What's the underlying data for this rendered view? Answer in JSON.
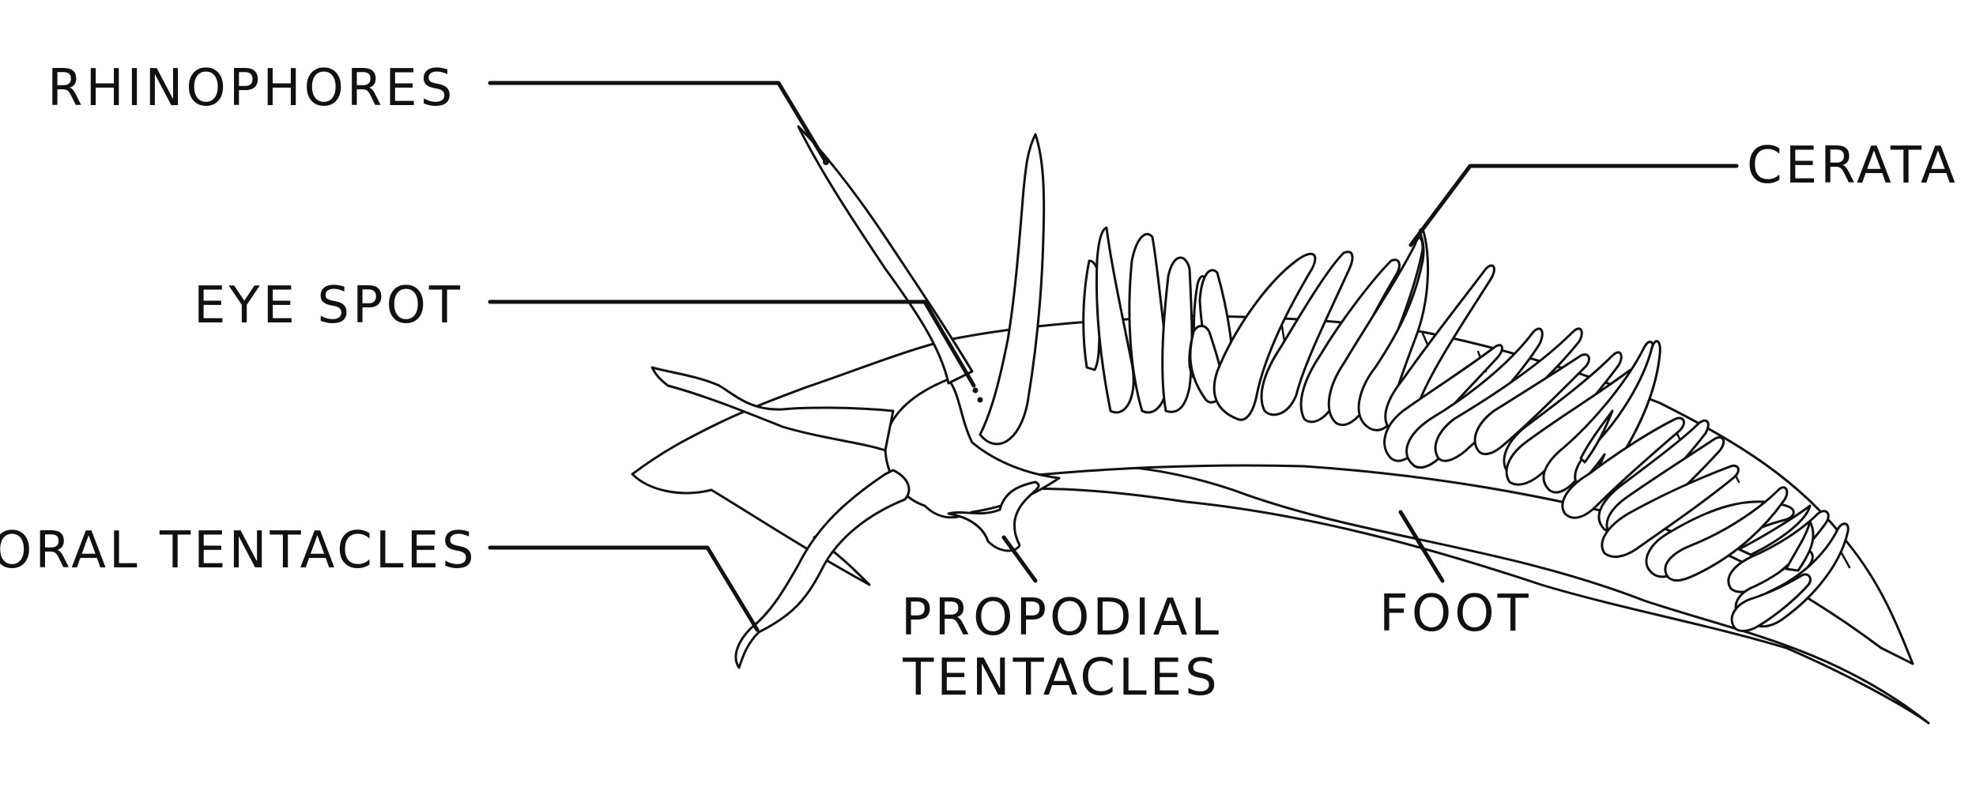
{
  "labels": {
    "rhinophores": "RHINOPHORES",
    "eye_spot": "EYE SPOT",
    "oral_tentacles": "ORAL TENTACLES",
    "propodial_line1": "PROPODIAL",
    "propodial_line2": "TENTACLES",
    "foot": "FOOT",
    "cerata": "CERATA"
  },
  "colors": {
    "line": "#111111",
    "background": "#ffffff"
  }
}
